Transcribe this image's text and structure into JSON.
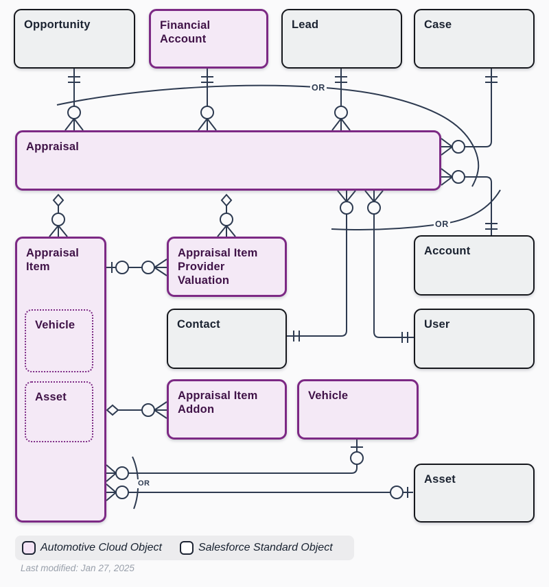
{
  "nodes": {
    "opportunity": {
      "label": "Opportunity",
      "type": "standard"
    },
    "financial_account": {
      "label": "Financial Account",
      "type": "automotive"
    },
    "lead": {
      "label": "Lead",
      "type": "standard"
    },
    "case": {
      "label": "Case",
      "type": "standard"
    },
    "appraisal": {
      "label": "Appraisal",
      "type": "automotive"
    },
    "appraisal_item": {
      "label": "Appraisal Item",
      "type": "automotive"
    },
    "appraisal_item_vehicle": {
      "label": "Vehicle",
      "type": "automotive-dotted"
    },
    "appraisal_item_asset": {
      "label": "Asset",
      "type": "automotive-dotted"
    },
    "appraisal_item_provider_valuation": {
      "label": "Appraisal Item Provider Valuation",
      "type": "automotive"
    },
    "contact": {
      "label": "Contact",
      "type": "standard"
    },
    "appraisal_item_addon": {
      "label": "Appraisal Item Addon",
      "type": "automotive"
    },
    "vehicle": {
      "label": "Vehicle",
      "type": "automotive"
    },
    "account": {
      "label": "Account",
      "type": "standard"
    },
    "user": {
      "label": "User",
      "type": "standard"
    },
    "asset": {
      "label": "Asset",
      "type": "standard"
    }
  },
  "or_labels": {
    "top": "OR",
    "right": "OR",
    "bottom_left": "OR"
  },
  "legend": {
    "automotive": "Automotive Cloud Object",
    "standard": "Salesforce Standard Object"
  },
  "footer": {
    "last_modified": "Last modified: Jan 27, 2025"
  },
  "colors": {
    "automotive_border": "#7c2984",
    "automotive_fill": "#f4e9f6",
    "standard_border": "#15171c",
    "standard_fill": "#eef0f1",
    "connector_line": "#2d3a50",
    "background": "#fafafb"
  }
}
